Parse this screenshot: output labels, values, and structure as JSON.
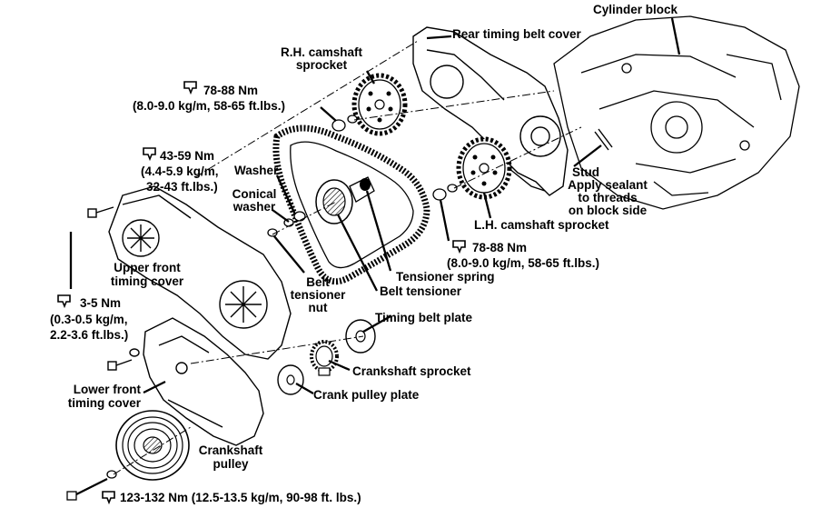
{
  "labels": {
    "cylinder_block": "Cylinder block",
    "rear_cover": "Rear timing belt cover",
    "rh_cam_1": "R.H. camshaft",
    "rh_cam_2": "sprocket",
    "torque_top_1": "78-88 Nm",
    "torque_top_2": "(8.0-9.0 kg/m, 58-65 ft.lbs.)",
    "torque_mid_1": "43-59 Nm",
    "torque_mid_2": "(4.4-5.9 kg/m,",
    "torque_mid_3": "32-43 ft.lbs.)",
    "washer": "Washer",
    "conical_1": "Conical",
    "conical_2": "washer",
    "stud": "Stud",
    "sealant_1": "Apply sealant",
    "sealant_2": "to threads",
    "sealant_3": "on block side",
    "lh_cam": "L.H. camshaft sprocket",
    "torque_lh_1": "78-88 Nm",
    "torque_lh_2": "(8.0-9.0 kg/m, 58-65 ft.lbs.)",
    "upper_cover_1": "Upper front",
    "upper_cover_2": "timing cover",
    "belt_nut_1": "Belt",
    "belt_nut_2": "tensioner",
    "belt_nut_3": "nut",
    "tensioner_spring": "Tensioner spring",
    "belt_tensioner": "Belt tensioner",
    "torque_small_1": "3-5 Nm",
    "torque_small_2": "(0.3-0.5 kg/m,",
    "torque_small_3": "2.2-3.6 ft.lbs.)",
    "timing_belt_plate": "Timing belt plate",
    "crank_sprocket": "Crankshaft sprocket",
    "crank_pulley_plate": "Crank pulley plate",
    "lower_cover_1": "Lower front",
    "lower_cover_2": "timing cover",
    "crank_pulley_1": "Crankshaft",
    "crank_pulley_2": "pulley",
    "torque_bottom": "123-132 Nm (12.5-13.5 kg/m, 90-98 ft. lbs.)"
  },
  "icons": [
    "torque-wrench-icon"
  ]
}
